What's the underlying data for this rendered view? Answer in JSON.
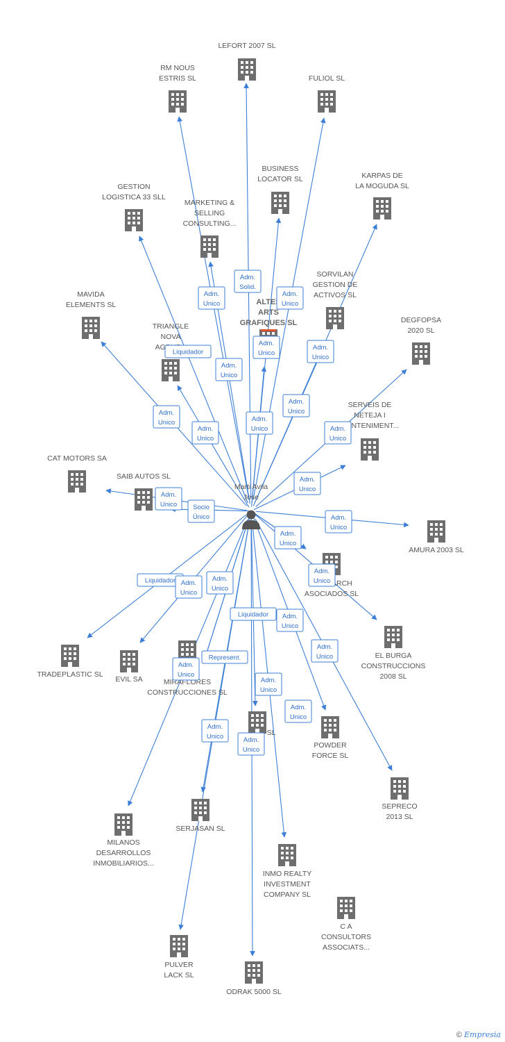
{
  "center": {
    "name_lines": [
      "Marti Avila",
      "Jose"
    ],
    "icon": "person-icon"
  },
  "companies": [
    {
      "id": "lefort",
      "lines": [
        "LEFORT 2007 SL"
      ]
    },
    {
      "id": "rmnous",
      "lines": [
        "RM NOUS",
        "ESTRIS  SL"
      ]
    },
    {
      "id": "fuliol",
      "lines": [
        "FULIOL SL"
      ]
    },
    {
      "id": "business",
      "lines": [
        "BUSINESS",
        "LOCATOR SL"
      ]
    },
    {
      "id": "karpas",
      "lines": [
        "KARPAS DE",
        "LA MOGUDA SL"
      ]
    },
    {
      "id": "gestion33",
      "lines": [
        "GESTION",
        "LOGISTICA 33 SLL"
      ]
    },
    {
      "id": "marketing",
      "lines": [
        "MARKETING &",
        "SELLING",
        "CONSULTING..."
      ]
    },
    {
      "id": "sorvilan",
      "lines": [
        "SORVILAN",
        "GESTION DE",
        "ACTIVOS  SL"
      ]
    },
    {
      "id": "altes",
      "lines": [
        "ALTES",
        "ARTS",
        "GRAFIQUES SL"
      ],
      "main": true
    },
    {
      "id": "mavida",
      "lines": [
        "MAVIDA",
        "ELEMENTS SL"
      ]
    },
    {
      "id": "triangle",
      "lines": [
        "TRIANGLE",
        "NOVA",
        "AGRUP..."
      ]
    },
    {
      "id": "degfopsa",
      "lines": [
        "DEGFOPSA",
        "2020 SL"
      ]
    },
    {
      "id": "serveis",
      "lines": [
        "SERVEIS DE",
        "NETEJA I",
        "MANTENIMENT..."
      ]
    },
    {
      "id": "catmotors",
      "lines": [
        "CAT MOTORS SA"
      ]
    },
    {
      "id": "saib",
      "lines": [
        "SAIB AUTOS SL"
      ]
    },
    {
      "id": "amura",
      "lines": [
        "AMURA 2003 SL"
      ]
    },
    {
      "id": "tramarch",
      "lines": [
        "TRAMARCH",
        "ASOCIADOS  SL"
      ]
    },
    {
      "id": "tradeplastic",
      "lines": [
        "TRADEPLASTIC SL"
      ]
    },
    {
      "id": "evil",
      "lines": [
        "EVIL SA"
      ]
    },
    {
      "id": "miraflores",
      "lines": [
        "MIRAFLORES",
        "CONSTRUCCIONES SL"
      ]
    },
    {
      "id": "elburga",
      "lines": [
        "EL BURGA",
        "CONSTRUCCIONS",
        "2008 SL"
      ]
    },
    {
      "id": "hidden",
      "lines": [
        "SL"
      ]
    },
    {
      "id": "powder",
      "lines": [
        "POWDER",
        "FORCE SL"
      ]
    },
    {
      "id": "seprero",
      "lines": [
        "SEPRECO",
        "2013 SL"
      ]
    },
    {
      "id": "milanos",
      "lines": [
        "MILANOS",
        "DESARROLLOS",
        "INMOBILIARIOS..."
      ]
    },
    {
      "id": "serjasan",
      "lines": [
        "SERJASAN  SL"
      ]
    },
    {
      "id": "inmo",
      "lines": [
        "INMO REALTY",
        "INVESTMENT",
        "COMPANY SL"
      ]
    },
    {
      "id": "ca",
      "lines": [
        "C A",
        "CONSULTORS",
        "ASSOCIATS..."
      ]
    },
    {
      "id": "pulver",
      "lines": [
        "PULVER",
        "LACK SL"
      ]
    },
    {
      "id": "odrak",
      "lines": [
        "ODRAK 5000 SL"
      ]
    }
  ],
  "relations": [
    {
      "to": "rmnous",
      "lines": [
        "Adm.",
        "Unico"
      ]
    },
    {
      "to": "lefort",
      "lines": [
        "Adm.",
        "Solid."
      ]
    },
    {
      "to": "fuliol",
      "lines": [
        "Adm.",
        "Unico"
      ]
    },
    {
      "to": "business",
      "lines": [
        "Adm.",
        "Unico"
      ]
    },
    {
      "to": "karpas",
      "lines": [
        "Adm.",
        "Unico"
      ]
    },
    {
      "to": "gestion33",
      "lines": [
        "Liquidador"
      ]
    },
    {
      "to": "marketing",
      "lines": [
        "Adm.",
        "Unico"
      ]
    },
    {
      "to": "sorvilan",
      "lines": [
        "Adm.",
        "Unico"
      ]
    },
    {
      "to": "altes",
      "lines": [
        "Adm.",
        "Unico"
      ]
    },
    {
      "to": "mavida",
      "lines": [
        "Adm.",
        "Unico"
      ]
    },
    {
      "to": "triangle",
      "lines": [
        "Adm.",
        "Unico"
      ]
    },
    {
      "to": "degfopsa",
      "lines": [
        "Adm.",
        "Unico"
      ]
    },
    {
      "to": "serveis",
      "lines": [
        "Adm.",
        "Unico"
      ]
    },
    {
      "to": "catmotors",
      "lines": [
        "Adm.",
        "Unico"
      ]
    },
    {
      "to": "saib",
      "lines": [
        "Socio",
        "Único"
      ]
    },
    {
      "to": "amura",
      "lines": [
        "Adm.",
        "Unico"
      ]
    },
    {
      "to": "tramarch",
      "lines": [
        "Adm.",
        "Unico"
      ]
    },
    {
      "to": "tramarch2",
      "lines": [
        "Adm.",
        "Unico"
      ]
    },
    {
      "to": "tradeplastic",
      "lines": [
        "Liquidador"
      ]
    },
    {
      "to": "evil",
      "lines": [
        "Adm.",
        "Unico"
      ]
    },
    {
      "to": "miraflores",
      "lines": [
        "Adm.",
        "Unico"
      ]
    },
    {
      "to": "miraflores2",
      "lines": [
        "Represent."
      ]
    },
    {
      "to": "serjasan",
      "lines": [
        "Liquidador"
      ]
    },
    {
      "to": "inmo",
      "lines": [
        "Adm.",
        "Unico"
      ]
    },
    {
      "to": "elburga",
      "lines": [
        "Adm.",
        "Unico"
      ]
    },
    {
      "to": "hidden",
      "lines": [
        "Adm.",
        "Unico"
      ]
    },
    {
      "to": "powder",
      "lines": [
        "Adm.",
        "Unico"
      ]
    },
    {
      "to": "milanos",
      "lines": [
        "Adm.",
        "Unico"
      ]
    },
    {
      "to": "pulver",
      "lines": [
        "Adm.",
        "Unico"
      ]
    },
    {
      "to": "odrak",
      "lines": [
        "Adm.",
        "Unico"
      ]
    },
    {
      "to": "adm-seprero",
      "lines": [
        "Adm.",
        "Unico"
      ]
    }
  ],
  "footer": {
    "copyright": "©",
    "brand": "Empresia"
  }
}
